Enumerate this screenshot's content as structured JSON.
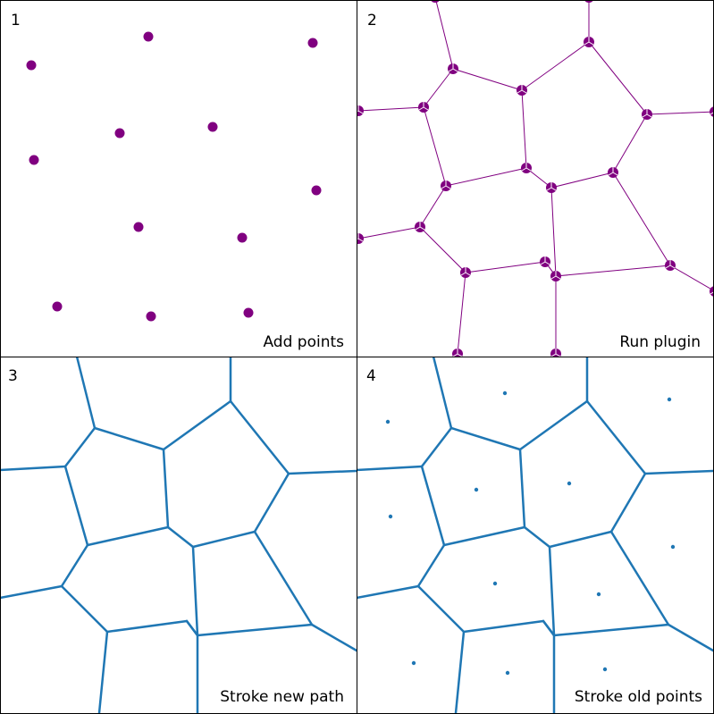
{
  "colors": {
    "background": "#ffffff",
    "border": "#000000",
    "points": "#800080",
    "path": "#1f77b4"
  },
  "panels": [
    {
      "number": "1",
      "caption": "Add points",
      "content": "points"
    },
    {
      "number": "2",
      "caption": "Run plugin",
      "content": "path_with_handles"
    },
    {
      "number": "3",
      "caption": "Stroke new path",
      "content": "stroked_path"
    },
    {
      "number": "4",
      "caption": "Stroke old points",
      "content": "stroked_path_and_points"
    }
  ]
}
